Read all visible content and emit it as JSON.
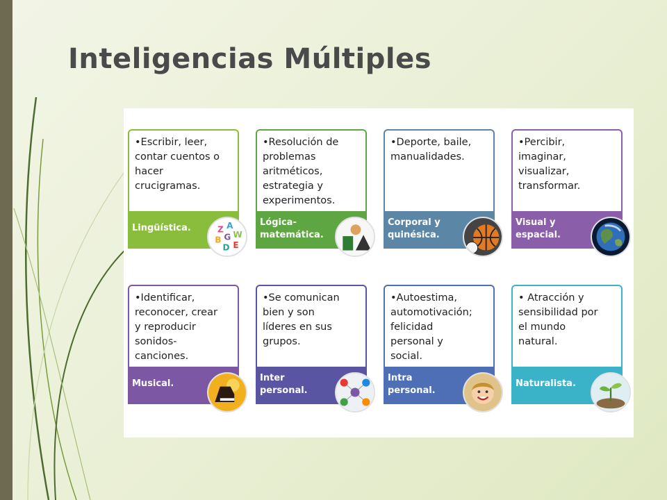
{
  "slide": {
    "title": "Inteligencias Múltiples"
  },
  "cards": [
    {
      "text": "•Escribir, leer,\ncontar cuentos o\nhacer\ncrucigramas.",
      "label": "Lingüística.",
      "color": "#8bbd3c",
      "icon": "letters-icon"
    },
    {
      "text": "•Resolución de\nproblemas\naritméticos,\nestrategia y\nexperimentos.",
      "label": "Lógica-\nmatemática.",
      "color": "#5da641",
      "icon": "geometry-figures-icon"
    },
    {
      "text": "•Deporte, baile,\nmanualidades.",
      "label": "Corporal y\nquinésica.",
      "color": "#5b86a6",
      "icon": "sports-balls-icon"
    },
    {
      "text": "•Percibir, imaginar,\nvisualizar,\ntransformar.",
      "label": "Visual y\nespacial.",
      "color": "#8a5ea8",
      "icon": "globe-icon"
    },
    {
      "text": "•Identificar,\nreconocer, crear\ny reproducir\nsonidos-\ncanciones.",
      "label": "Musical.",
      "color": "#7b57a4",
      "icon": "piano-icon"
    },
    {
      "text": "•Se comunican\nbien y son\nlíderes en sus\ngrupos.",
      "label": "Inter\npersonal.",
      "color": "#5a55a3",
      "icon": "people-network-icon"
    },
    {
      "text": "•Autoestima,\nautomotivación;\nfelicidad\npersonal y\nsocial.",
      "label": "Intra\npersonal.",
      "color": "#4e6fb6",
      "icon": "smiling-face-icon"
    },
    {
      "text": "• Atracción y\nsensibilidad por\nel mundo\nnatural.",
      "label": "Naturalista.",
      "color": "#3ab3c9",
      "icon": "plant-sprout-icon"
    }
  ]
}
